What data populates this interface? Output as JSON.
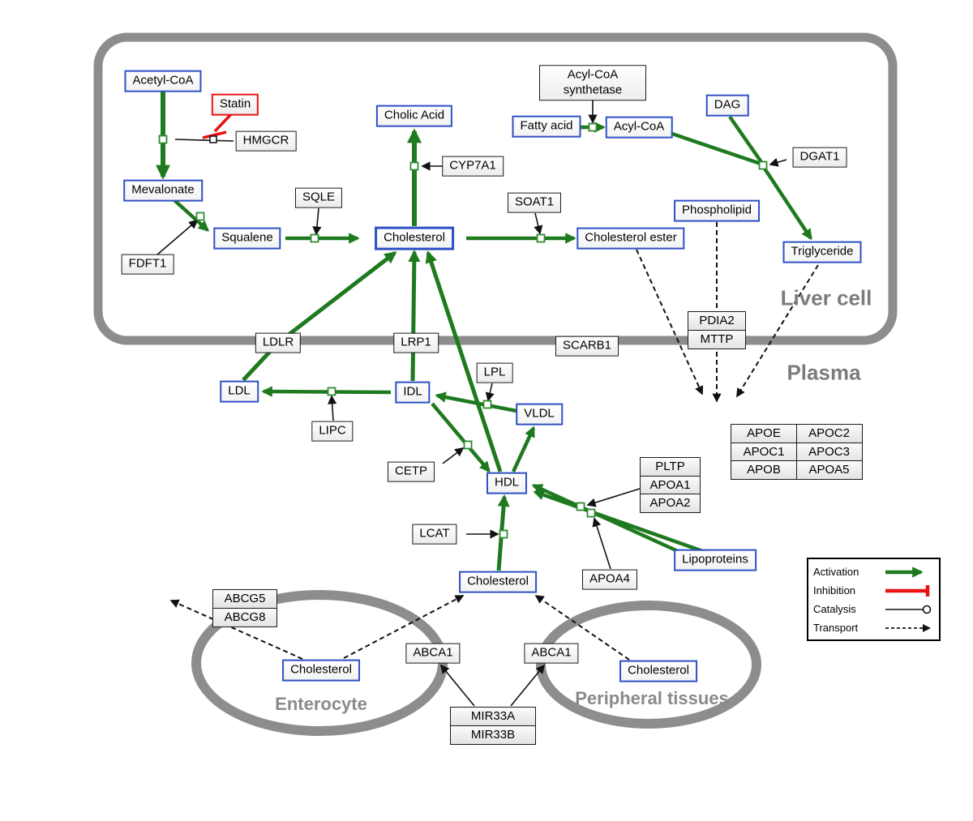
{
  "regions": {
    "liver_cell": "Liver cell",
    "plasma": "Plasma",
    "enterocyte": "Enterocyte",
    "peripheral_tissues": "Peripheral tissues"
  },
  "nodes": {
    "acetyl_coa": "Acetyl-CoA",
    "statin": "Statin",
    "hmgcr": "HMGCR",
    "mevalonate": "Mevalonate",
    "fdft1": "FDFT1",
    "squalene": "Squalene",
    "sqle": "SQLE",
    "cholesterol_liver": "Cholesterol",
    "cholic_acid": "Cholic Acid",
    "cyp7a1": "CYP7A1",
    "soat1": "SOAT1",
    "cholesterol_ester": "Cholesterol ester",
    "acyl_coa_synthetase": "Acyl-CoA synthetase",
    "fatty_acid": "Fatty acid",
    "acyl_coa": "Acyl-CoA",
    "dag": "DAG",
    "dgat1": "DGAT1",
    "phospholipid": "Phospholipid",
    "triglyceride": "Triglyceride",
    "ldlr": "LDLR",
    "lrp1": "LRP1",
    "scarb1": "SCARB1",
    "pdia2": "PDIA2",
    "mttp": "MTTP",
    "ldl": "LDL",
    "idl": "IDL",
    "vldl": "VLDL",
    "lipc": "LIPC",
    "lpl": "LPL",
    "cetp": "CETP",
    "hdl": "HDL",
    "lcat": "LCAT",
    "pltp": "PLTP",
    "apoa1": "APOA1",
    "apoa2": "APOA2",
    "apoa4": "APOA4",
    "lipoproteins": "Lipoproteins",
    "apoe": "APOE",
    "apoc2": "APOC2",
    "apoc1": "APOC1",
    "apoc3": "APOC3",
    "apob": "APOB",
    "apoa5": "APOA5",
    "cholesterol_plasma": "Cholesterol",
    "abcg5": "ABCG5",
    "abcg8": "ABCG8",
    "cholesterol_enterocyte": "Cholesterol",
    "abca1_left": "ABCA1",
    "abca1_right": "ABCA1",
    "cholesterol_peripheral": "Cholesterol",
    "mir33a": "MIR33A",
    "mir33b": "MIR33B"
  },
  "legend": {
    "activation": "Activation",
    "inhibition": "Inhibition",
    "catalysis": "Catalysis",
    "transport": "Transport"
  },
  "colors": {
    "activation_green": "#1f7a1f",
    "inhibition_red": "#e81212",
    "metabolite_border": "#2e50c4",
    "membrane_gray": "#8d8d8d"
  }
}
